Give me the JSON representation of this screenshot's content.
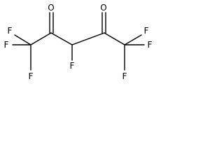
{
  "molecule": {
    "atoms": {
      "o_left": "O",
      "o_right": "O",
      "f_cf3_left_top": "F",
      "f_cf3_left_mid": "F",
      "f_cf3_left_bottom": "F",
      "f_center": "F",
      "f_cf3_right_top": "F",
      "f_cf3_right_mid": "F",
      "f_cf3_right_bottom": "F"
    },
    "colors": {
      "bond": "#000000",
      "label": "#000000",
      "background": "#ffffff"
    }
  }
}
